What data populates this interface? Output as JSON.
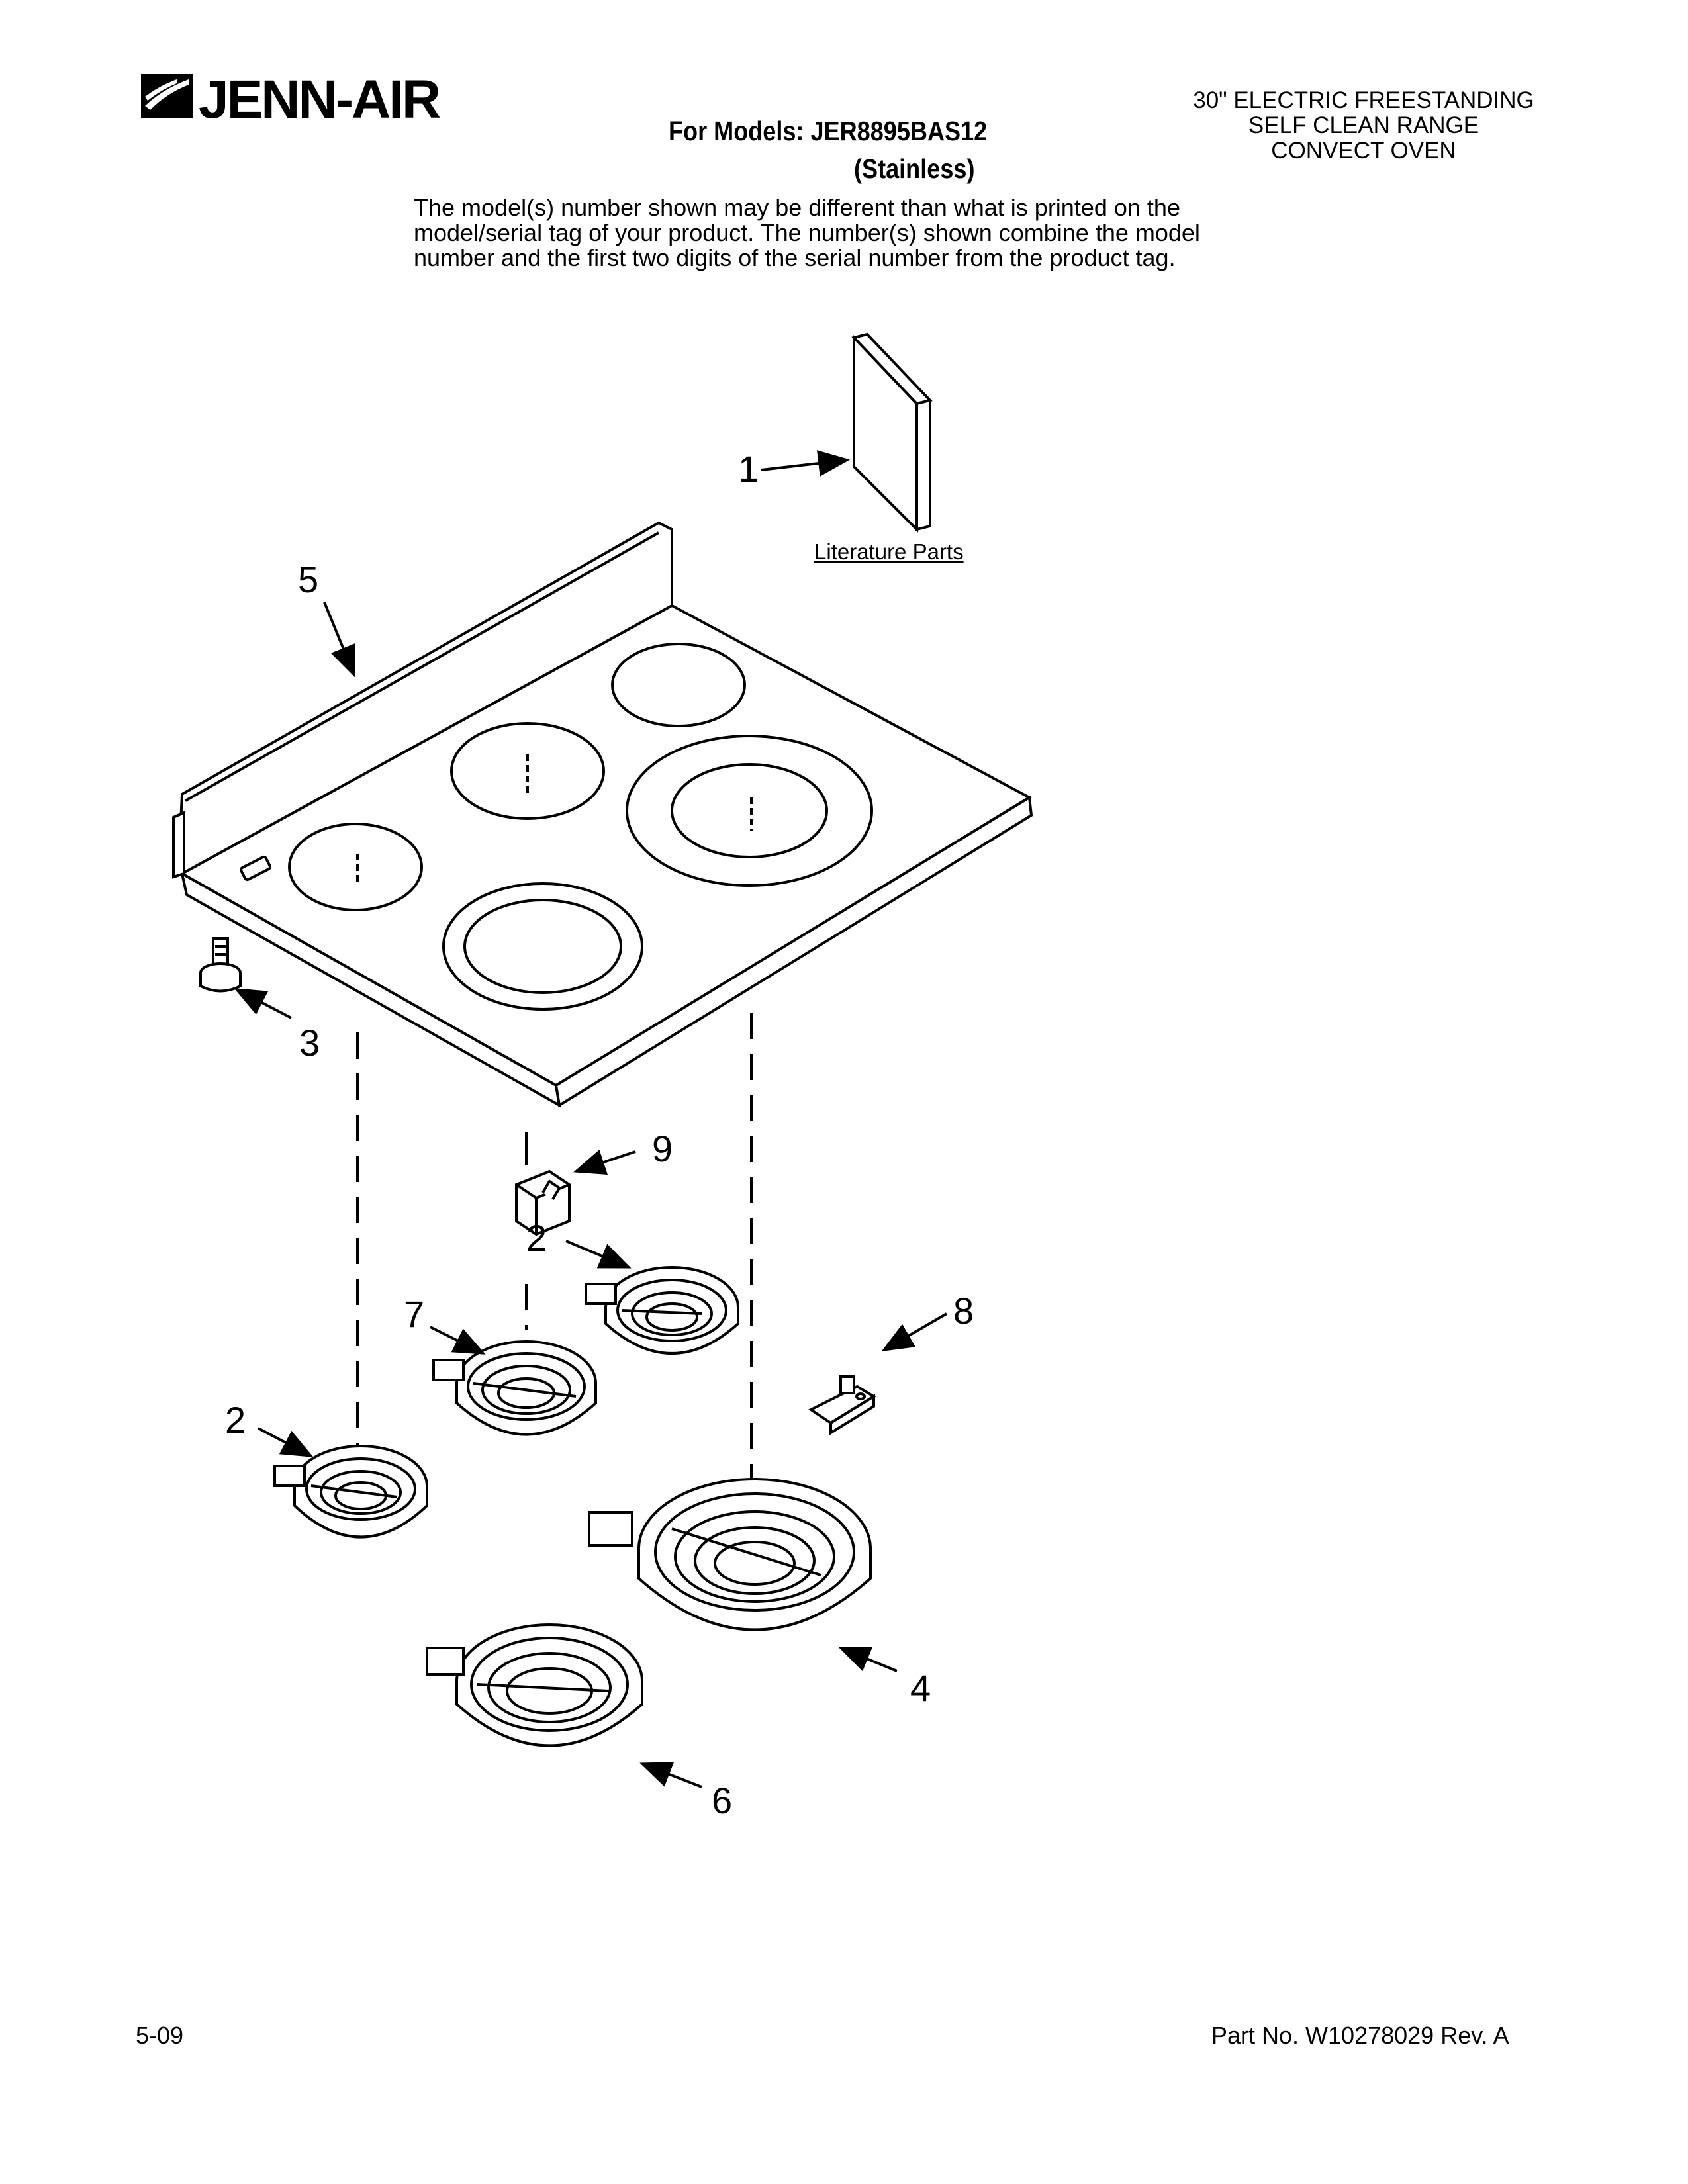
{
  "brand": {
    "name": "JENN-AIR",
    "logo_icon": "jenn-air-swoosh-logo-icon"
  },
  "header": {
    "range_description": [
      "30\" ELECTRIC FREESTANDING",
      "SELF CLEAN RANGE",
      "CONVECT OVEN"
    ],
    "models_line": "For Models: JER8895BAS12",
    "finish": "(Stainless)",
    "disclaimer": [
      "The model(s) number shown may be different than what is printed on the",
      "model/serial tag of your product. The number(s) shown combine the model",
      "number and the first two digits of the serial number from the product tag."
    ]
  },
  "diagram": {
    "literature_label": "Literature Parts",
    "callouts": {
      "c1": "1",
      "c2a": "2",
      "c2b": "2",
      "c3": "3",
      "c4": "4",
      "c5": "5",
      "c6": "6",
      "c7": "7",
      "c8": "8",
      "c9": "9"
    }
  },
  "footer": {
    "date_code": "5-09",
    "part_number": "Part No. W10278029 Rev. A"
  }
}
